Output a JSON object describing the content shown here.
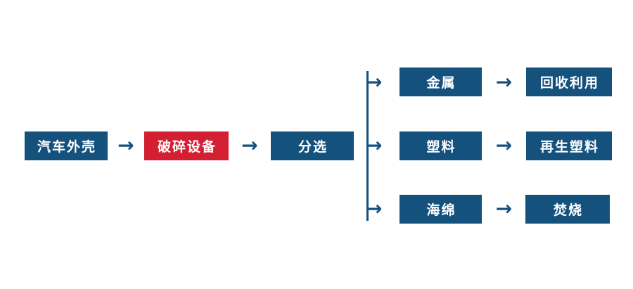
{
  "colors": {
    "node_blue": "#15517D",
    "node_red": "#D41E32",
    "label_text": "#FFFFFF",
    "connector_blue": "#15517D",
    "background": "#FFFFFF"
  },
  "flowchart": {
    "arrow_glyph": "→",
    "nodes": {
      "car_shell": {
        "label": "汽车外壳"
      },
      "crusher": {
        "label": "破碎设备"
      },
      "sorting": {
        "label": "分选"
      },
      "metal": {
        "label": "金属"
      },
      "recycling": {
        "label": "回收利用"
      },
      "plastic": {
        "label": "塑料"
      },
      "recycled_plastic": {
        "label": "再生塑料"
      },
      "sponge": {
        "label": "海绵"
      },
      "incineration": {
        "label": "焚烧"
      }
    }
  }
}
